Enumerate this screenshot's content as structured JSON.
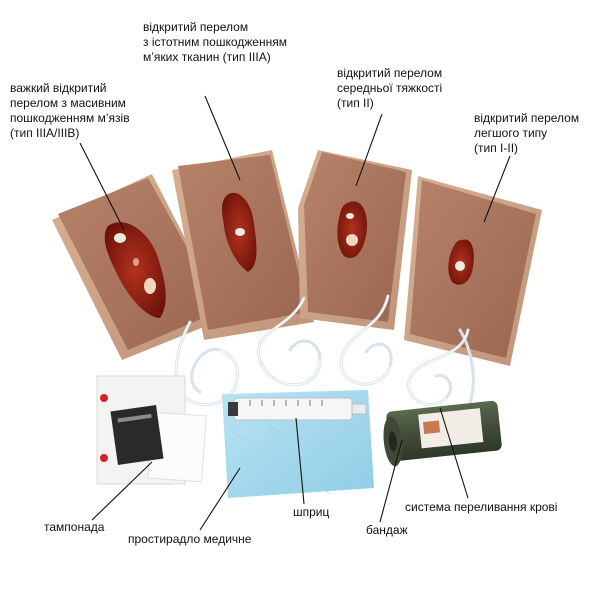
{
  "labels": {
    "severe": {
      "lines": [
        "важкий відкритий",
        "перелом з масивним",
        "пошкодженням м’язів",
        "(тип IIIA/IIIB)"
      ]
    },
    "extensive": {
      "lines": [
        "відкритий перелом",
        "з істотним пошкодженням",
        "м’яких тканин (тип IIIA)"
      ]
    },
    "moderate": {
      "lines": [
        "відкритий перелом",
        "середньої тяжкості",
        "(тип II)"
      ]
    },
    "mild": {
      "lines": [
        "відкритий перелом",
        "легшого типу",
        "(тип I-II)"
      ]
    },
    "tamponade": "тампонада",
    "sheet": "простирадло медичне",
    "syringe": "шприц",
    "bandage": "бандаж",
    "transfusion_system": "система переливання крові"
  },
  "colors": {
    "pad_skin": "#a8735c",
    "pad_base": "#caa084",
    "wound_red": "#8e1c12",
    "sheet_blue": "#a9dbee",
    "bandage_green": "#48553f",
    "tube": "#dfe9ef"
  },
  "icons": [
    "wound-icon",
    "syringe-icon",
    "bandage-icon",
    "tamponade-pack-icon",
    "medical-sheet-icon",
    "tubing-icon"
  ]
}
